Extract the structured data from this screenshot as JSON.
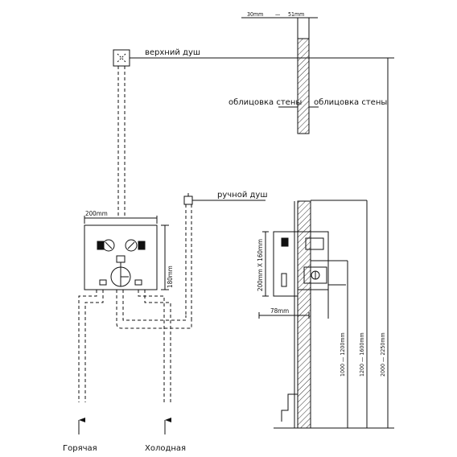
{
  "labels": {
    "top_shower": "верхний душ",
    "wall_cladding_left": "облицовка стены",
    "wall_cladding_right": "облицовка стены",
    "hand_shower": "ручной душ",
    "hot": "Горячая",
    "cold": "Холодная"
  },
  "dimensions": {
    "wall_thickness_min": "30mm",
    "wall_thickness_sep": "—",
    "wall_thickness_max": "51mm",
    "box_width": "200mm",
    "box_height": "180mm",
    "side_height": "200mm X 160mm",
    "depth": "78mm",
    "h_valve": "1000 — 1200mm",
    "h_hand": "1200 — 1600mm",
    "h_top": "2000 — 2250mm"
  },
  "colors": {
    "line": "#111111",
    "hatch": "#333333",
    "background": "#ffffff"
  }
}
